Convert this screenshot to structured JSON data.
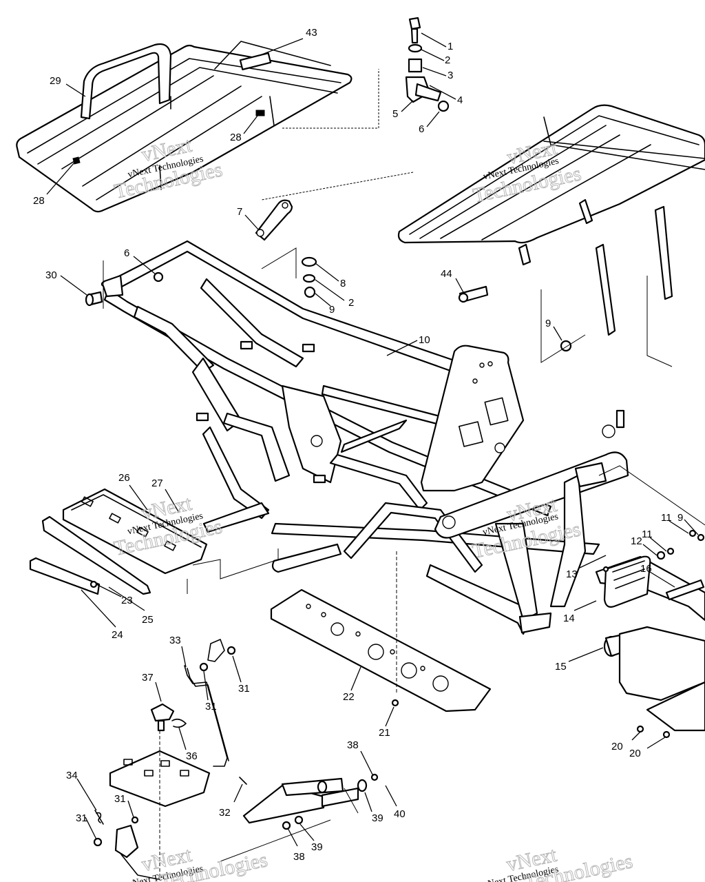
{
  "watermarks": [
    {
      "small": "vNext Technologies",
      "big_top": "vNext",
      "big_bottom": "Technologies"
    },
    {
      "small": "vNext Technologies",
      "big_top": "vNext",
      "big_bottom": "Technologies"
    },
    {
      "small": "vNext Technologies",
      "big_top": "vNext",
      "big_bottom": "Technologies"
    },
    {
      "small": "vNext Technologies",
      "big_top": "vNext",
      "big_bottom": "Technologies"
    },
    {
      "small": "vNext Technologies",
      "big_top": "vNext",
      "big_bottom": "Technologies"
    },
    {
      "small": "vNext Technologies",
      "big_top": "vNext",
      "big_bottom": "Technologies"
    }
  ],
  "callouts": [
    "43",
    "1",
    "2",
    "3",
    "4",
    "5",
    "6",
    "29",
    "28",
    "28",
    "7",
    "6",
    "30",
    "8",
    "2",
    "9",
    "44",
    "9",
    "10",
    "26",
    "27",
    "11",
    "9",
    "11",
    "12",
    "13",
    "16",
    "14",
    "15",
    "23",
    "25",
    "24",
    "33",
    "37",
    "31",
    "31",
    "36",
    "22",
    "21",
    "20",
    "20",
    "34",
    "31",
    "31",
    "32",
    "38",
    "39",
    "40",
    "38",
    "39"
  ]
}
